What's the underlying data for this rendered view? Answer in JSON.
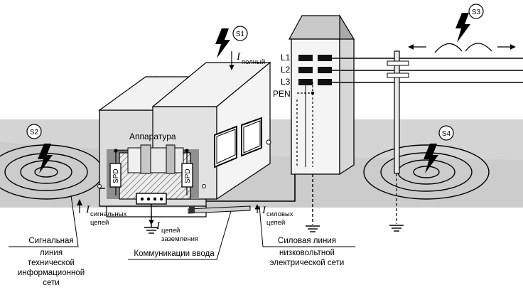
{
  "diagram": {
    "equipment_label": "Аппаратура",
    "spd_label": "SPD",
    "sources": {
      "s1": "S1",
      "s2": "S2",
      "s3": "S3",
      "s4": "S4"
    },
    "currents": {
      "full": {
        "symbol": "I",
        "subscript": "полный"
      },
      "signal": {
        "symbol": "I",
        "subscript_line1": "сигнальных",
        "subscript_line2": "цепей"
      },
      "power": {
        "symbol": "I",
        "subscript_line1": "силовых",
        "subscript_line2": "цепей"
      },
      "ground": {
        "symbol": "I",
        "subscript_line1": "цепей",
        "subscript_line2": "заземления"
      }
    },
    "power_lines": [
      "L1",
      "L2",
      "L3",
      "PEN"
    ],
    "captions": {
      "signal_line": [
        "Сигнальная",
        "линия",
        "технической",
        "информационной",
        "сети"
      ],
      "input_comms": "Коммуникации ввода",
      "power_line": [
        "Силовая линия",
        "низковольтной",
        "электрической сети"
      ]
    },
    "colors": {
      "ground": "#d6d6d6",
      "zone": "#8c8c8c",
      "ink": "#000000"
    }
  }
}
